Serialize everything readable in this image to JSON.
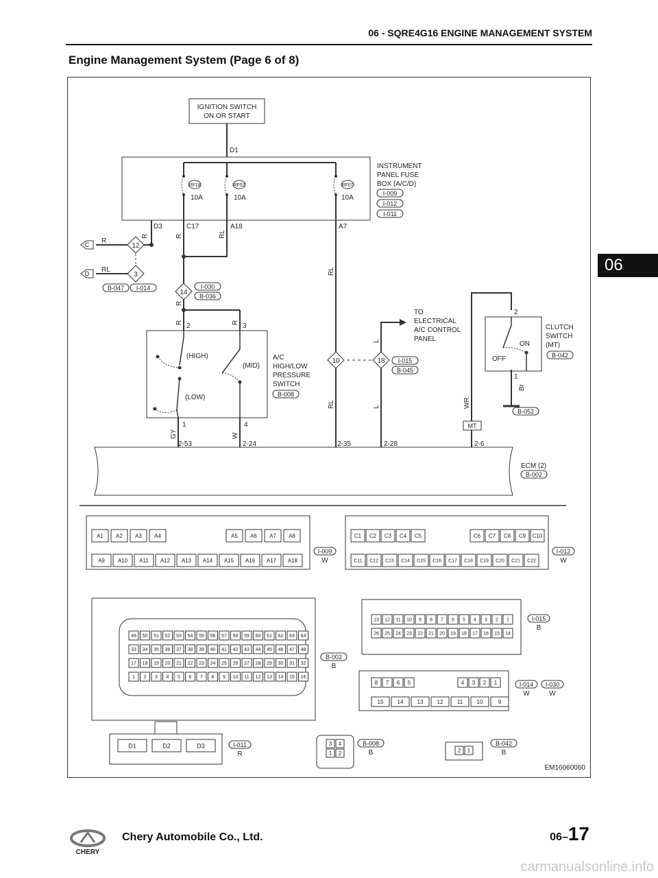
{
  "header": {
    "section_title": "06 - SQRE4G16 ENGINE MANAGEMENT SYSTEM",
    "page_title": "Engine Management System (Page 6 of 8)",
    "side_tab": "06"
  },
  "diagram": {
    "ignition": [
      "IGNITION SWITCH",
      "ON OR START"
    ],
    "ignition_pin": "D1",
    "fusebox": [
      "INSTRUMENT",
      "PANEL FUSE",
      "BOX (A/C/D)"
    ],
    "fusebox_refs": [
      "I-009",
      "I-012",
      "I-011"
    ],
    "fuses": [
      {
        "id": "RF18",
        "rating": "10A"
      },
      {
        "id": "RF02",
        "rating": "10A"
      },
      {
        "id": "RF07",
        "rating": "10A"
      }
    ],
    "fuse_pins": [
      "D3",
      "C17",
      "A18",
      "A7"
    ],
    "wire_colors": [
      "R",
      "R",
      "RL",
      "RL",
      "R",
      "R",
      "RL",
      "L",
      "RL",
      "L",
      "GY",
      "W",
      "WR",
      "Br",
      "R",
      "RL"
    ],
    "splices": [
      "12",
      "3",
      "14",
      "10",
      "18"
    ],
    "offpage": [
      "C",
      "D"
    ],
    "splice_refs": [
      "B-047",
      "I-014",
      "I-030",
      "B-036",
      "I-015",
      "B-045"
    ],
    "ac_switch": [
      "A/C",
      "HIGH/LOW",
      "PRESSURE",
      "SWITCH"
    ],
    "ac_switch_ref": "B-008",
    "ac_states": [
      "(HIGH)",
      "(MID)",
      "(LOW)"
    ],
    "ac_pins": [
      "2",
      "3",
      "1",
      "4"
    ],
    "to_panel": [
      "TO",
      "ELECTRICAL",
      "A/C CONTROL",
      "PANEL"
    ],
    "clutch": [
      "CLUTCH",
      "SWITCH",
      "(MT)"
    ],
    "clutch_ref": "B-042",
    "clutch_states": [
      "ON",
      "OFF"
    ],
    "clutch_pins": [
      "2",
      "1"
    ],
    "ground_ref": "B-052",
    "mt_label": "MT",
    "ecm_pins": [
      "2-53",
      "2-24",
      "2-35",
      "2-28",
      "2-6"
    ],
    "ecm_label": "ECM (2)",
    "ecm_ref": "B-002",
    "figure_id": "EM16060060"
  },
  "connectors": {
    "i009": {
      "ref": "I-009",
      "color": "W",
      "top_left": [
        "A1",
        "A2",
        "A3",
        "A4"
      ],
      "top_right": [
        "A5",
        "A6",
        "A7",
        "A8"
      ],
      "bottom": [
        "A9",
        "A10",
        "A11",
        "A12",
        "A13",
        "A14",
        "A15",
        "A16",
        "A17",
        "A18"
      ]
    },
    "i012": {
      "ref": "I-012",
      "color": "W",
      "top_left": [
        "C1",
        "C2",
        "C3",
        "C4",
        "C5"
      ],
      "top_right": [
        "C6",
        "C7",
        "C8",
        "C9",
        "C10"
      ],
      "bottom": [
        "C11",
        "C12",
        "C13",
        "C14",
        "C15",
        "C16",
        "C17",
        "C18",
        "C19",
        "C20",
        "C21",
        "C22"
      ]
    },
    "b002": {
      "ref": "B-002",
      "color": "B",
      "rows": [
        [
          "49",
          "50",
          "51",
          "52",
          "53",
          "54",
          "55",
          "56",
          "57",
          "58",
          "59",
          "60",
          "61",
          "62",
          "63",
          "64"
        ],
        [
          "33",
          "34",
          "35",
          "36",
          "37",
          "38",
          "39",
          "40",
          "41",
          "42",
          "43",
          "44",
          "45",
          "46",
          "47",
          "48"
        ],
        [
          "17",
          "18",
          "19",
          "20",
          "21",
          "22",
          "23",
          "24",
          "25",
          "26",
          "27",
          "28",
          "29",
          "30",
          "31",
          "32"
        ],
        [
          "1",
          "2",
          "3",
          "4",
          "5",
          "6",
          "7",
          "8",
          "9",
          "10",
          "11",
          "12",
          "13",
          "14",
          "15",
          "16"
        ]
      ]
    },
    "i015": {
      "ref": "I-015",
      "color": "B",
      "rows": [
        [
          "13",
          "12",
          "11",
          "10",
          "9",
          "8",
          "7",
          "6",
          "5",
          "4",
          "3",
          "2",
          "1"
        ],
        [
          "26",
          "25",
          "24",
          "23",
          "22",
          "21",
          "20",
          "19",
          "18",
          "17",
          "16",
          "15",
          "14"
        ]
      ]
    },
    "i014": {
      "refs": [
        "I-014",
        "I-030"
      ],
      "colors": [
        "W",
        "W"
      ],
      "top_left": [
        "8",
        "7",
        "6",
        "5"
      ],
      "top_right": [
        "4",
        "3",
        "2",
        "1"
      ],
      "bottom": [
        "15",
        "14",
        "13",
        "12",
        "11",
        "10",
        "9"
      ]
    },
    "i011": {
      "ref": "I-011",
      "color": "R",
      "pins": [
        "D1",
        "D2",
        "D3"
      ]
    },
    "b008": {
      "ref": "B-008",
      "color": "B",
      "pins": [
        "3",
        "4",
        "1",
        "2"
      ]
    },
    "b042": {
      "ref": "B-042",
      "color": "B",
      "pins": [
        "2",
        "1"
      ]
    }
  },
  "footer": {
    "company": "Chery Automobile Co., Ltd.",
    "page_prefix": "06–",
    "page_number": "17",
    "logo_text": "CHERY",
    "watermark": "carmanualsonline.info"
  }
}
